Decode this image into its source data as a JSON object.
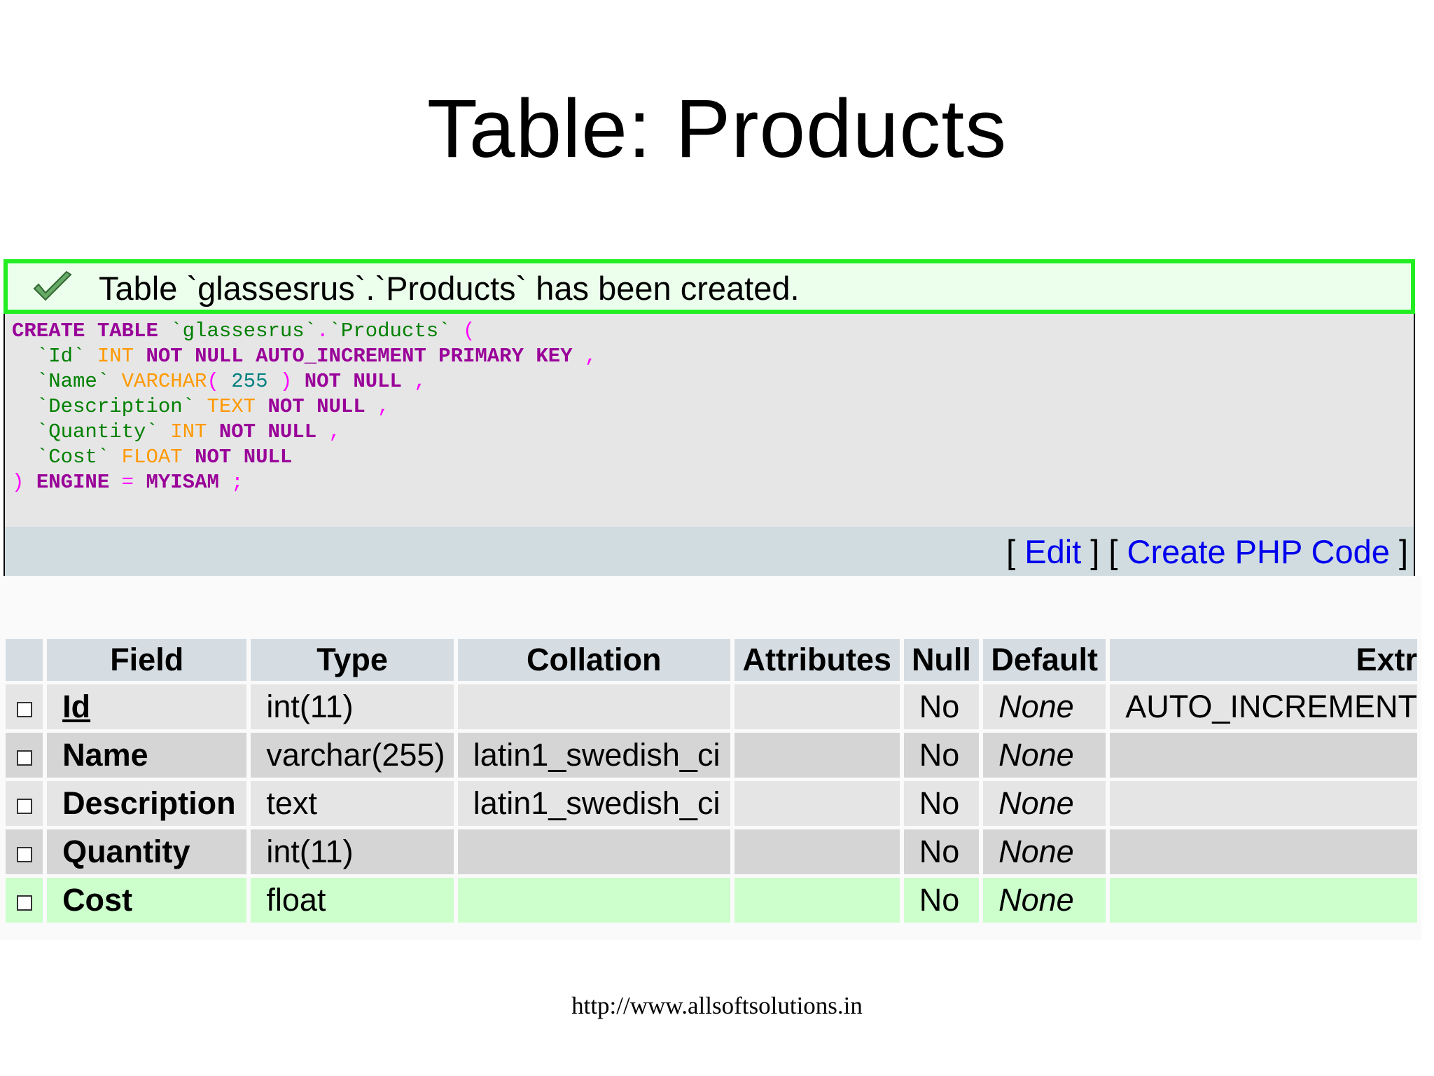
{
  "slide": {
    "title": "Table: Products",
    "footer_url": "http://www.allsoftsolutions.in"
  },
  "message": {
    "icon": "checkmark-icon",
    "text": "Table `glassesrus`.`Products` has been created."
  },
  "sql_tokens": {
    "create": "CREATE",
    "table": "TABLE",
    "db": "`glassesrus`",
    "dot": ".",
    "tbl": "`Products`",
    "lparen": "(",
    "f_id": "`Id`",
    "int": "INT",
    "not": "NOT",
    "null": "NULL",
    "auto": "AUTO_INCREMENT",
    "primary": "PRIMARY",
    "key": "KEY",
    "comma": ",",
    "f_name": "`Name`",
    "varchar": "VARCHAR",
    "num255": "255",
    "rparen": ")",
    "f_desc": "`Description`",
    "text": "TEXT",
    "f_qty": "`Quantity`",
    "f_cost": "`Cost`",
    "float": "FLOAT",
    "engine": "ENGINE",
    "eq": "=",
    "myisam": "MYISAM",
    "semi": ";"
  },
  "actions": {
    "open": "[",
    "close": "]",
    "edit": "Edit",
    "create_php": "Create PHP Code"
  },
  "structure": {
    "headers": {
      "field": "Field",
      "type": "Type",
      "collation": "Collation",
      "attributes": "Attributes",
      "null": "Null",
      "default": "Default",
      "extra": "Extr"
    },
    "rows": [
      {
        "field": "Id",
        "type": "int(11)",
        "collation": "",
        "attributes": "",
        "null": "No",
        "default": "None",
        "extra": "AUTO_INCREMENT"
      },
      {
        "field": "Name",
        "type": "varchar(255)",
        "collation": "latin1_swedish_ci",
        "attributes": "",
        "null": "No",
        "default": "None",
        "extra": ""
      },
      {
        "field": "Description",
        "type": "text",
        "collation": "latin1_swedish_ci",
        "attributes": "",
        "null": "No",
        "default": "None",
        "extra": ""
      },
      {
        "field": "Quantity",
        "type": "int(11)",
        "collation": "",
        "attributes": "",
        "null": "No",
        "default": "None",
        "extra": ""
      },
      {
        "field": "Cost",
        "type": "float",
        "collation": "",
        "attributes": "",
        "null": "No",
        "default": "None",
        "extra": ""
      }
    ]
  },
  "colors": {
    "success_border": "#22ee22",
    "link": "#0000ee",
    "keyword": "#990099",
    "type": "#ff9900",
    "identifier": "#008000"
  }
}
